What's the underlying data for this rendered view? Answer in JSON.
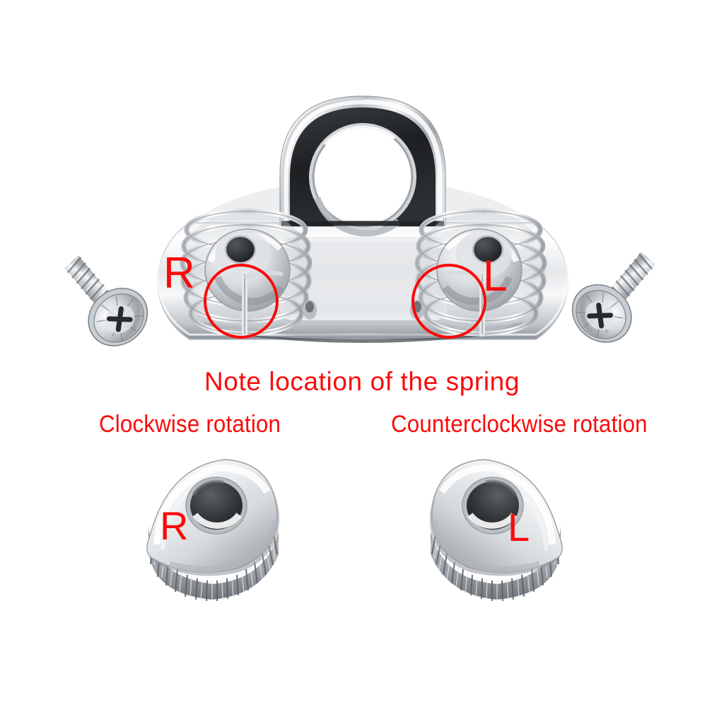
{
  "image": {
    "kind": "product-instruction-diagram",
    "subject": "Stainless steel spring-loaded hatch / deck hinge bracket with knurled knobs and mounting screws",
    "background_color": "#ffffff",
    "annotation_color": "#fb0a0a",
    "metal_color": "#c9cdd1"
  },
  "callouts": {
    "note_spring": "Note location of the spring",
    "clockwise": "Clockwise rotation",
    "counterclockwise": "Counterclockwise rotation"
  },
  "markers": {
    "plate_right": "R",
    "plate_left": "L",
    "knob_right": "R",
    "knob_left": "L"
  },
  "parts": [
    {
      "id": "mounting-bracket",
      "name": "Spring-loaded mounting bracket",
      "features": [
        "arched lifting loop",
        "oval base plate",
        "right spring coil",
        "left spring coil"
      ]
    },
    {
      "id": "screw-left",
      "name": "Phillips-head self-tapping screw",
      "orientation": "head at lower-left, shank up-right"
    },
    {
      "id": "screw-right",
      "name": "Phillips-head self-tapping screw",
      "orientation": "head at lower-right, shank up-left"
    },
    {
      "id": "knob-right",
      "name": "Knurled teardrop knob",
      "marker": "R",
      "rotation": "Clockwise rotation"
    },
    {
      "id": "knob-left",
      "name": "Knurled teardrop knob",
      "marker": "L",
      "rotation": "Counterclockwise rotation"
    }
  ],
  "annotations": [
    {
      "id": "circle-right-spring",
      "shape": "circle",
      "target": "right spring tail location"
    },
    {
      "id": "circle-left-spring",
      "shape": "circle",
      "target": "left spring tail location"
    }
  ]
}
